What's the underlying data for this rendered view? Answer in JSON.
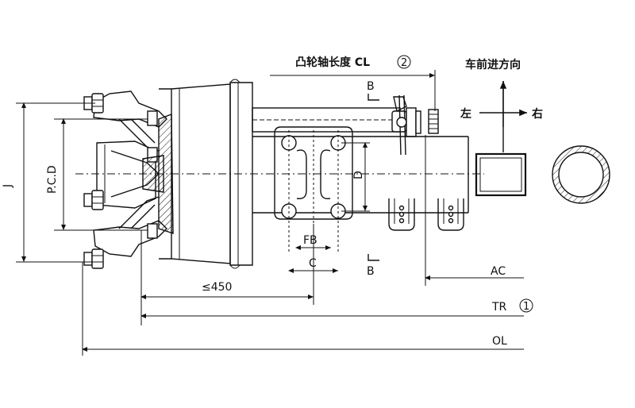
{
  "labels": {
    "camshaft_length": "凸轮轴长度 CL",
    "camshaft_mark": "2",
    "direction_title": "车前进方向",
    "left": "左",
    "right": "右",
    "section_top": "B",
    "section_bottom": "B",
    "j": "J",
    "pcd": "P.C.D",
    "d": "D",
    "fb": "FB",
    "c": "C",
    "max_450": "≤450",
    "ac": "AC",
    "tr": "TR",
    "tr_mark": "1",
    "ol": "OL"
  },
  "colors": {
    "line": "#111111",
    "background": "#ffffff"
  }
}
